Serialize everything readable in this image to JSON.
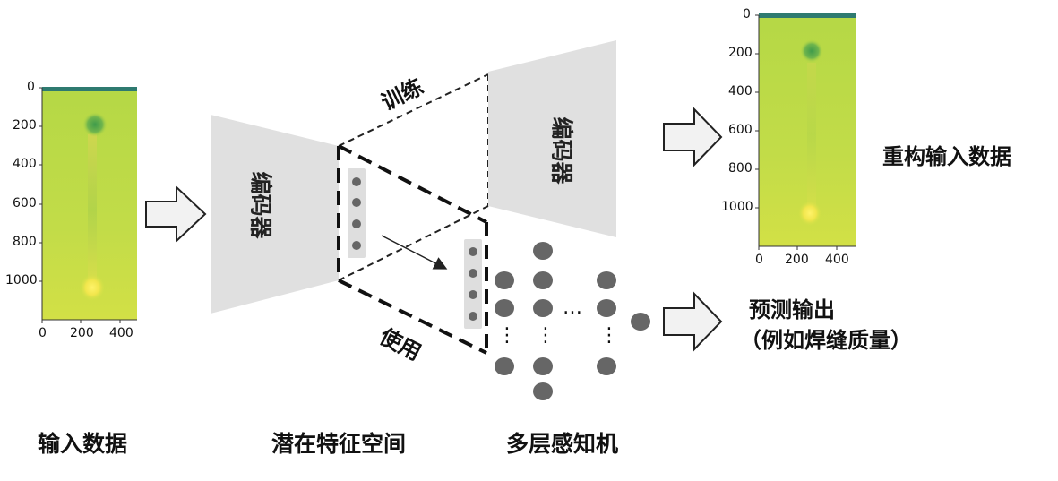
{
  "input_image": {
    "label": "输入数据",
    "y_ticks": [
      "0",
      "200",
      "400",
      "600",
      "800",
      "1000"
    ],
    "x_ticks": [
      "0",
      "200",
      "400"
    ]
  },
  "encoder_label": "编码器",
  "decoder_label": "编码器",
  "latent_label": "潜在特征空间",
  "train_label": "训练",
  "use_label": "使用",
  "mlp_label": "多层感知机",
  "ellipsis": "…",
  "dots": "⋮",
  "output_image": {
    "label": "重构输入数据",
    "y_ticks": [
      "0",
      "200",
      "400",
      "600",
      "800",
      "1000"
    ],
    "x_ticks": [
      "0",
      "200",
      "400"
    ]
  },
  "prediction": {
    "line1": "预测输出",
    "line2": "（例如焊缝质量）"
  },
  "colors": {
    "trapezoid": "#e0e0e0",
    "node": "#666666",
    "image_green": "#b7d84a",
    "image_top_strip": "#2e7a70"
  }
}
